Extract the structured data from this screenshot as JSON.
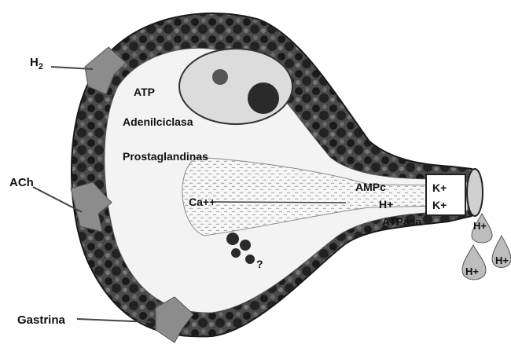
{
  "labels": {
    "h2": "H",
    "h2_sub": "2",
    "ach": "ACh",
    "gastrina": "Gastrina",
    "atp": "ATP",
    "adenilciclasa": "Adenilciclasa",
    "prostaglandinas": "Prostaglandinas",
    "ca": "Ca++",
    "question": "?",
    "ampc": "AMPc",
    "h_plus_inner": "H+",
    "atpasa": "ATPasa",
    "k_plus_1": "K+",
    "k_plus_2": "K+",
    "h_plus_drop_1": "H+",
    "h_plus_drop_2": "H+",
    "h_plus_drop_3": "H+"
  },
  "colors": {
    "granules": "#2b2b2b",
    "cell_fill": "#ececec",
    "receptor": "#8c8c8c",
    "drop": "#bdbdbd"
  }
}
